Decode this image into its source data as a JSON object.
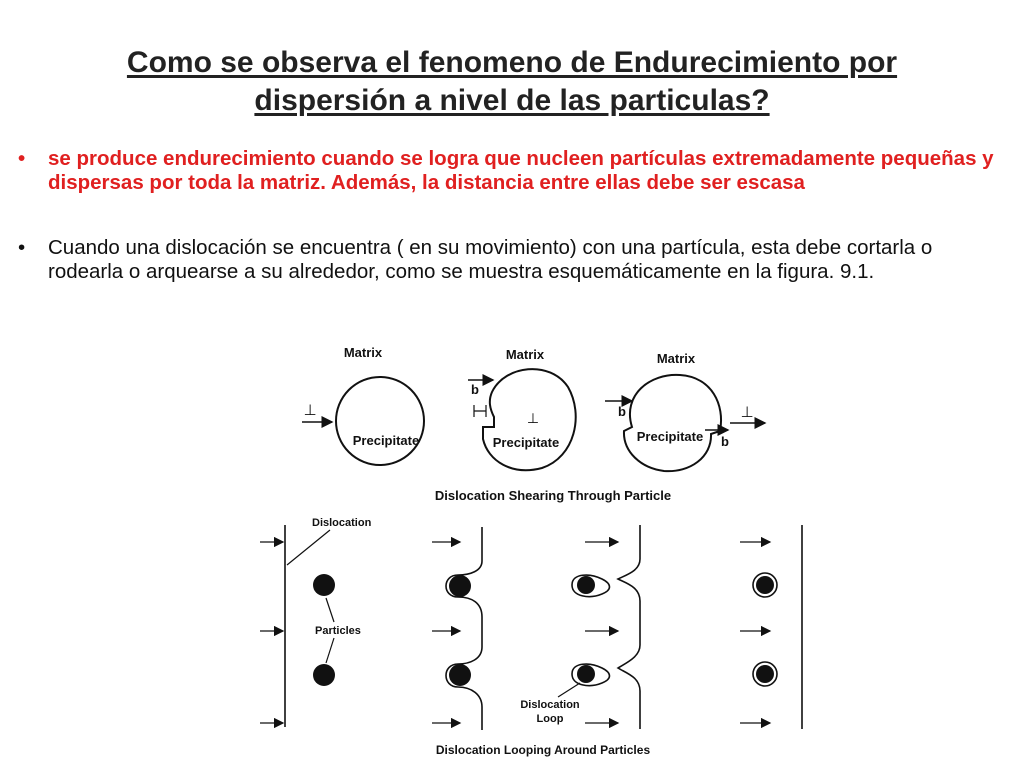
{
  "slide": {
    "title_line1": "Como se observa el fenomeno  de Endurecimiento por",
    "title_line2": "dispersión a nivel de las particulas?",
    "bullet_char": "•",
    "bullets": [
      {
        "text": "se produce endurecimiento cuando se logra que nucleen partículas extremadamente pequeñas y dispersas por toda la matriz. Además, la distancia entre ellas debe ser escasa",
        "color": "#e02020"
      },
      {
        "text": "Cuando una dislocación se encuentra ( en su movimiento) con una partícula, esta debe cortarla o rodearla o arquearse a su alrededor, como se muestra esquemáticamente en la figura. 9.1.",
        "color": "#111111"
      }
    ]
  },
  "figure": {
    "top": {
      "matrix_label": "Matrix",
      "precipitate_label": "Precipitate",
      "burgers_label": "b",
      "dislocation_symbol": "⊥",
      "caption": "Dislocation Shearing Through Particle"
    },
    "bottom": {
      "dislocation_label": "Dislocation",
      "particles_label": "Particles",
      "loop_label_line1": "Dislocation",
      "loop_label_line2": "Loop",
      "caption": "Dislocation Looping Around Particles"
    }
  }
}
